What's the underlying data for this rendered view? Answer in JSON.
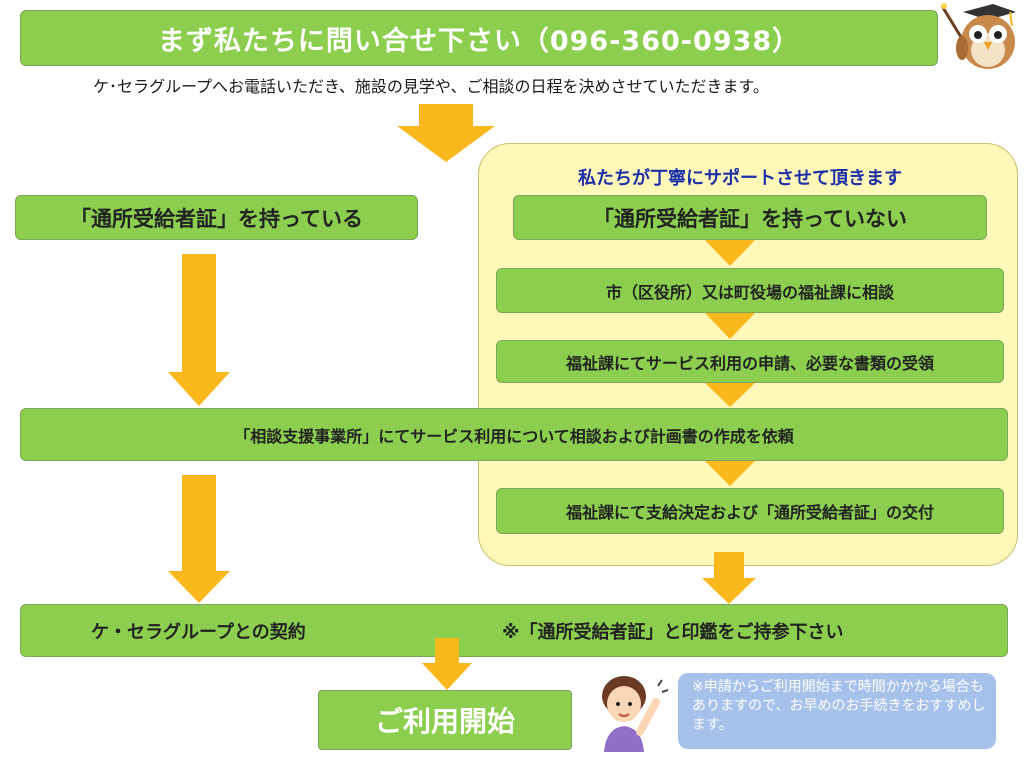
{
  "header": {
    "title": "まず私たちに問い合せ下さい（096-360-0938）",
    "intro": "ケ･セラグループへお電話いただき、施設の見学や、ご相談の日程を決めさせていただきます。"
  },
  "support_panel": {
    "title": "私たちが丁寧にサポートさせて頂きます",
    "not_have_label": "「通所受給者証」を持っていない",
    "steps": [
      "市（区役所）又は町役場の福祉課に相談",
      "福祉課にてサービス利用の申請、必要な書類の受領"
    ],
    "final_step": "福祉課にて支給決定および「通所受給者証」の交付"
  },
  "have_label": "「通所受給者証」を持っている",
  "consultation": "「相談支援事業所」にてサービス利用について相談および計画書の作成を依頼",
  "contract": {
    "label": "ケ・セラグループとの契約",
    "note": "※「通所受給者証」と印鑑をご持参下さい"
  },
  "start_label": "ご利用開始",
  "side_note": "※申請からご利用開始まで時間かかかる場合もありますので、お早めのお手続きをおすすめします。",
  "colors": {
    "box_green": "#8ccf4e",
    "arrow_orange": "#fbb81c",
    "panel_yellow": "#fff8b8",
    "support_blue": "#1b2fa8",
    "note_blue": "#a6c2ea"
  },
  "icons": [
    "owl-teacher-icon",
    "woman-pointing-icon"
  ]
}
